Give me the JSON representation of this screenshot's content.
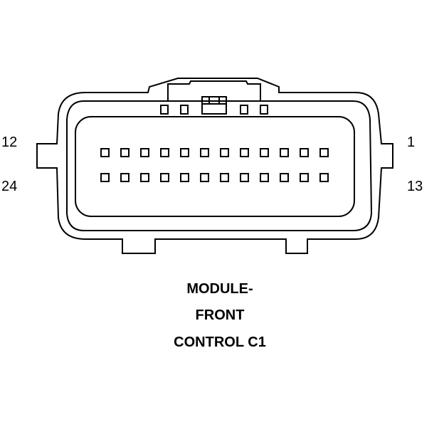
{
  "connector": {
    "pin_count": 24,
    "pins_per_row": 12,
    "row_count": 2,
    "labels": {
      "top_left": "12",
      "bottom_left": "24",
      "top_right": "1",
      "bottom_right": "13"
    },
    "caption": {
      "line1": "MODULE-",
      "line2": "FRONT",
      "line3": "CONTROL C1"
    },
    "colors": {
      "stroke": "#000000",
      "background": "#ffffff"
    }
  }
}
